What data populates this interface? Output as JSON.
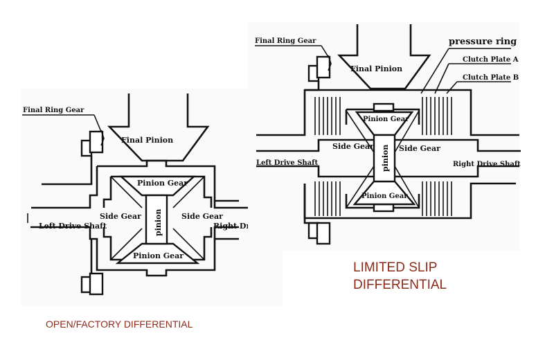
{
  "open_diagram": {
    "final_ring_gear": "Final Ring Gear",
    "final_pinion": "Final Pinion",
    "pinion_gear_top": "Pinion Gear",
    "pinion_gear_bottom": "Pinion Gear",
    "side_gear_left": "Side Gear",
    "side_gear_right": "Side Gear",
    "pinion": "pinion",
    "left_drive_shaft": "Left Drive Shaft",
    "right_drive_shaft": "Right Drive",
    "caption": "OPEN/FACTORY DIFFERENTIAL"
  },
  "lsd_diagram": {
    "final_ring_gear": "Final Ring Gear",
    "final_pinion": "Final Pinion",
    "pressure_ring": "pressure ring",
    "clutch_plate_a": "Clutch Plate A",
    "clutch_plate_b": "Clutch Plate B",
    "pinion_gear_top": "Pinion Gear",
    "pinion_gear_bottom": "Pinion Gear",
    "side_gear_left": "Side Gear",
    "side_gear_right": "Side Gear",
    "pinion": "pinion",
    "left_drive_shaft": "Left Drive Shaft",
    "right_drive_shaft": "Right Drive Shaft",
    "caption_line1": "LIMITED SLIP",
    "caption_line2": "DIFFERENTIAL"
  }
}
